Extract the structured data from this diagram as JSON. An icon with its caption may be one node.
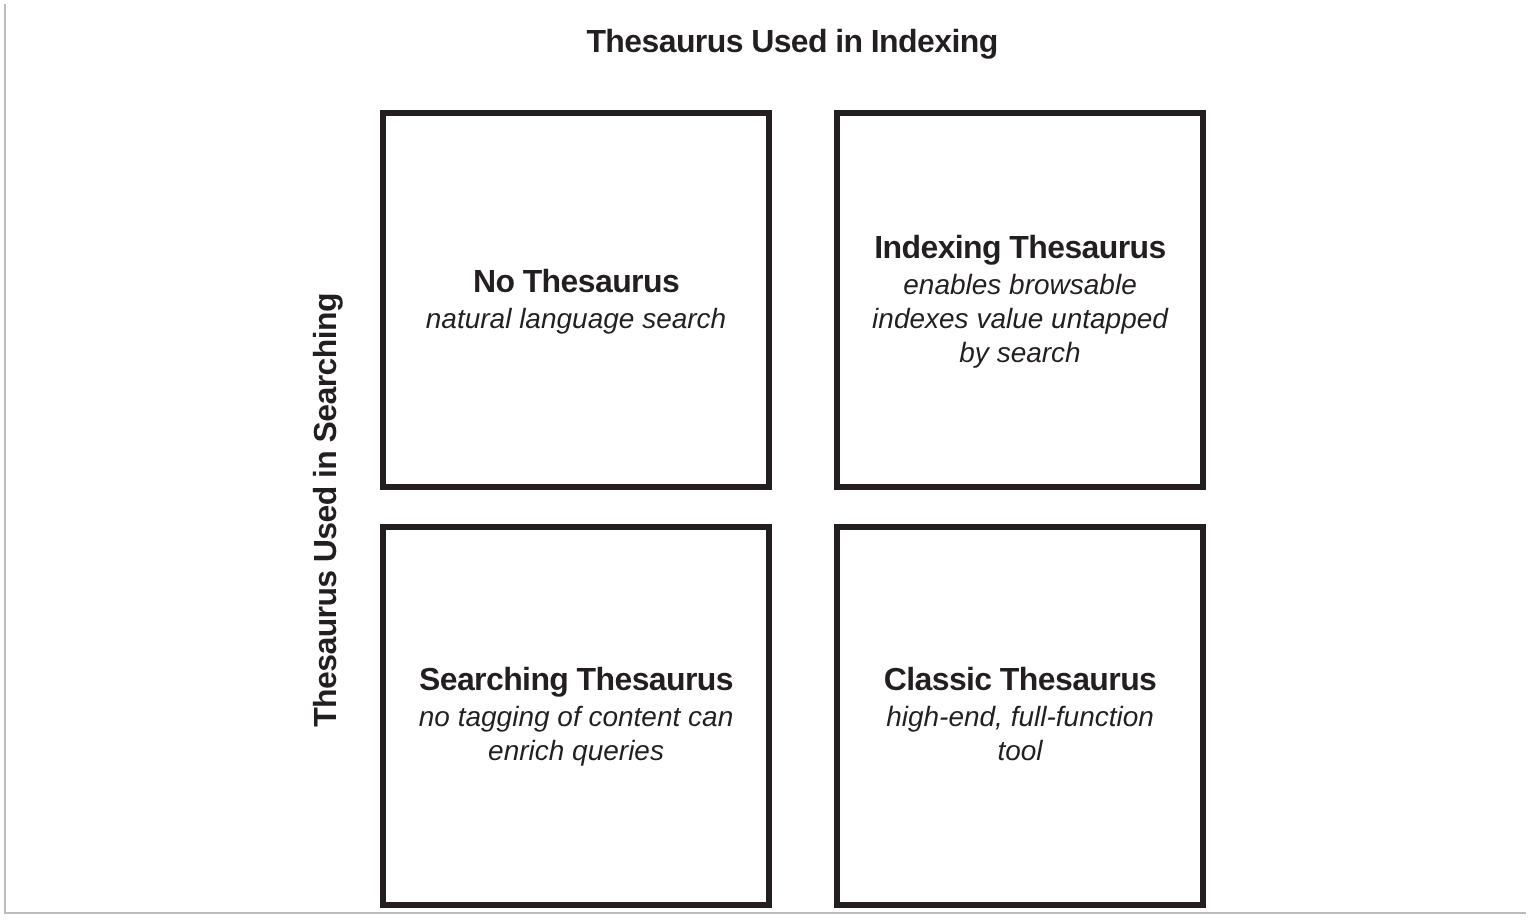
{
  "diagram": {
    "nodes": [
      {
        "text": [
          "No Thesaurus",
          "natural language search"
        ]
      },
      {
        "text": [
          "Indexing Thesaurus",
          "enables browsable indexes value untapped by search"
        ]
      },
      {
        "text": [
          "Searching Thesaurus",
          "no tagging of content can enrich queries"
        ]
      },
      {
        "text": [
          "Classic Thesaurus",
          "high-end, full-function tool"
        ]
      }
    ],
    "labels": [
      "Thesaurus Used in Indexing",
      "Thesaurus Used in Searching"
    ]
  }
}
